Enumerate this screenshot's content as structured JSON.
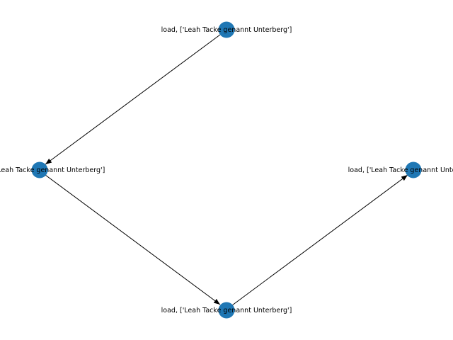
{
  "graph": {
    "node_color": "#1f77b4",
    "edge_color": "#000000",
    "nodes": [
      {
        "id": "n1",
        "label": "load, ['Leah Tacke genannt Unterberg']"
      },
      {
        "id": "n2",
        "label": "load, ['Leah Tacke genannt Unterberg']"
      },
      {
        "id": "n3",
        "label": "load, ['Leah Tacke genannt Unterberg']"
      },
      {
        "id": "n4",
        "label": "load, ['Leah Tacke genannt Unterberg']"
      }
    ],
    "edges": [
      {
        "from": "n1",
        "to": "n2"
      },
      {
        "from": "n2",
        "to": "n3"
      },
      {
        "from": "n3",
        "to": "n4"
      }
    ]
  }
}
